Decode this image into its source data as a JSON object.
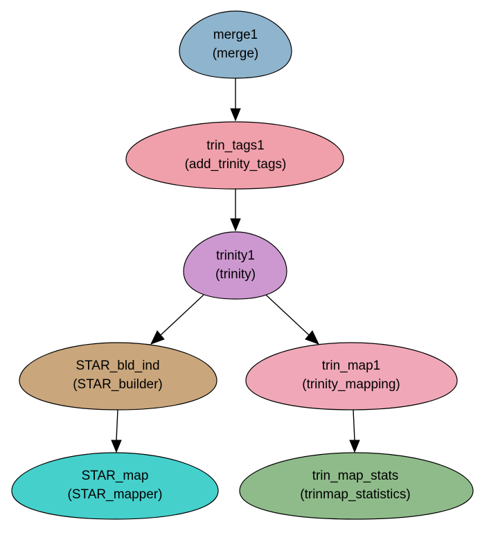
{
  "nodes": {
    "merge1": {
      "name": "merge1",
      "type": "(merge)",
      "color": "#8fb4cd"
    },
    "trin_tags1": {
      "name": "trin_tags1",
      "type": "(add_trinity_tags)",
      "color": "#f0a0ab"
    },
    "trinity1": {
      "name": "trinity1",
      "type": "(trinity)",
      "color": "#cd98d0"
    },
    "STAR_bld_ind": {
      "name": "STAR_bld_ind",
      "type": "(STAR_builder)",
      "color": "#c9a67c"
    },
    "trin_map1": {
      "name": "trin_map1",
      "type": "(trinity_mapping)",
      "color": "#f0a8b8"
    },
    "STAR_map": {
      "name": "STAR_map",
      "type": "(STAR_mapper)",
      "color": "#45d0cc"
    },
    "trin_map_stats": {
      "name": "trin_map_stats",
      "type": "(trinmap_statistics)",
      "color": "#8fbb8a"
    }
  },
  "edges": [
    {
      "from": "merge1",
      "to": "trin_tags1"
    },
    {
      "from": "trin_tags1",
      "to": "trinity1"
    },
    {
      "from": "trinity1",
      "to": "STAR_bld_ind"
    },
    {
      "from": "trinity1",
      "to": "trin_map1"
    },
    {
      "from": "STAR_bld_ind",
      "to": "STAR_map"
    },
    {
      "from": "trin_map1",
      "to": "trin_map_stats"
    }
  ]
}
